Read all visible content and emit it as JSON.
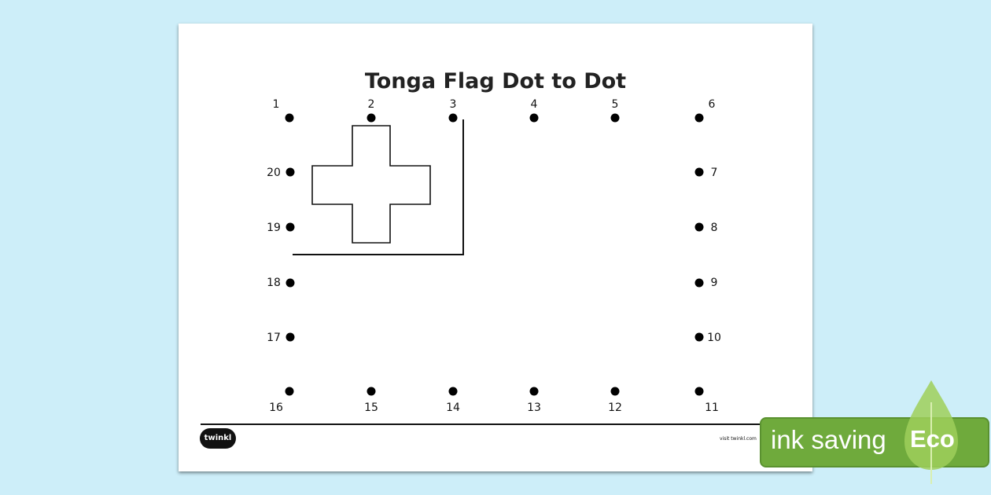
{
  "title": "Tonga Flag Dot to Dot",
  "dots": [
    "1",
    "2",
    "3",
    "4",
    "5",
    "6",
    "7",
    "8",
    "9",
    "10",
    "11",
    "12",
    "13",
    "14",
    "15",
    "16",
    "17",
    "18",
    "19",
    "20"
  ],
  "footer": {
    "logo": "twinkl",
    "visit": "visit twinkl.com"
  },
  "badge": {
    "text": "ink saving",
    "eco": "Eco",
    "color": "#6faa3c"
  },
  "colors": {
    "background": "#cdeef9"
  }
}
